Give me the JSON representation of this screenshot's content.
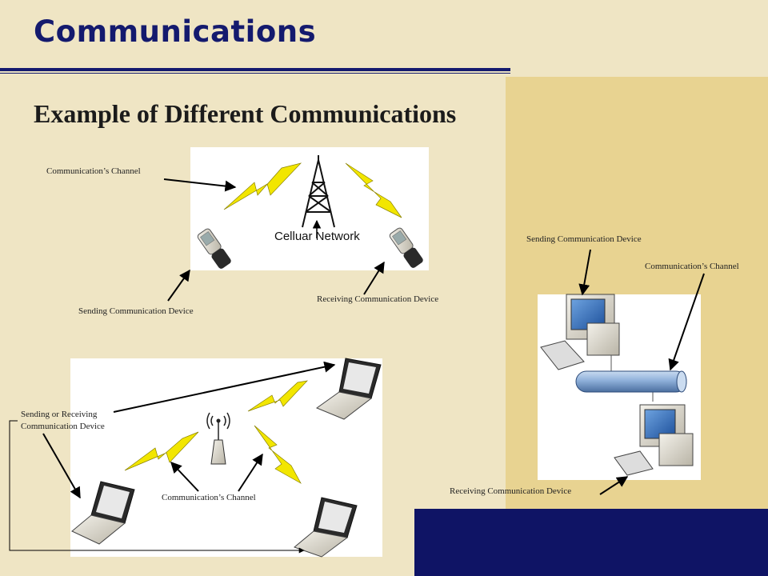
{
  "slide": {
    "title": "Communications",
    "subtitle": "Example of Different Communications"
  },
  "cellular": {
    "channel_label": "Communication’s Channel",
    "network_label": "Celluar Network",
    "sending_label": "Sending Communication Device",
    "receiving_label": "Receiving Communication Device"
  },
  "wired": {
    "sending_label": "Sending Communication Device",
    "channel_label": "Communication’s Channel",
    "receiving_label": "Receiving Communication Device"
  },
  "wireless": {
    "device_label_line1": "Sending or Receiving",
    "device_label_line2": "Communication Device",
    "channel_label": "Communication’s Channel"
  },
  "colors": {
    "background": "#efe5c4",
    "accent_panel": "#e8d391",
    "navy": "#0f1465",
    "lightning": "#f2e600"
  }
}
